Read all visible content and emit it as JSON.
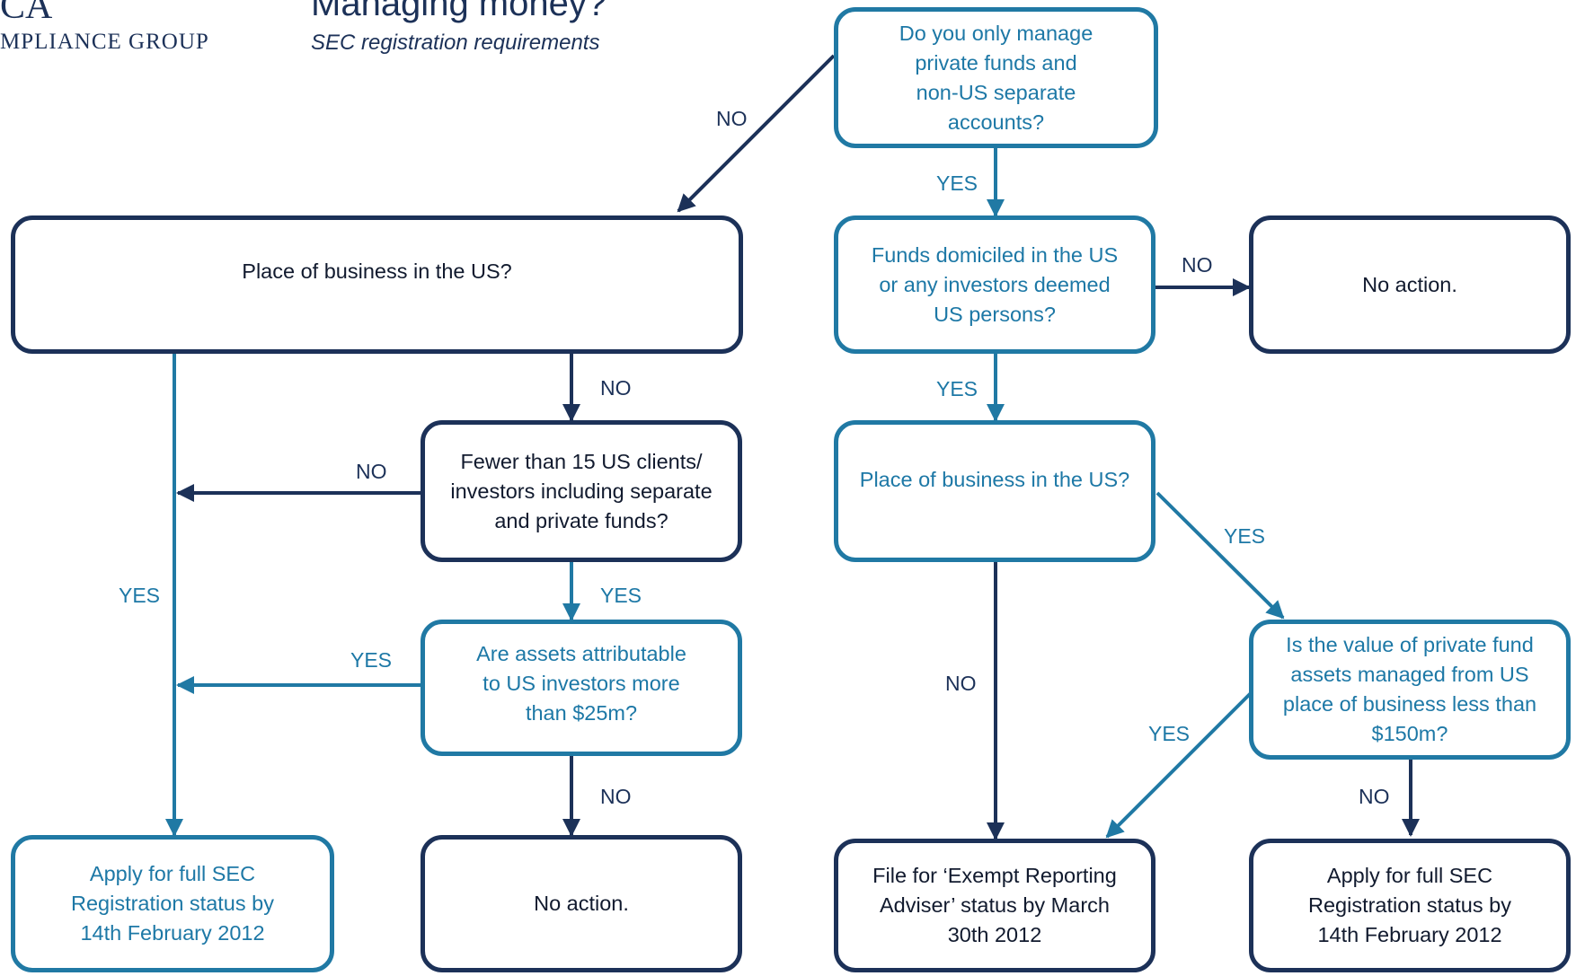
{
  "header": {
    "logo_mark": "CA",
    "logo_text": "MPLIANCE GROUP",
    "title": "Managing money?",
    "subtitle": "SEC registration requirements"
  },
  "colors": {
    "dark": "#1c3158",
    "blue": "#2079a4"
  },
  "nodes": {
    "q_private_funds": "Do you only manage private funds and non-US separate accounts?",
    "q_place_left": "Place of business in the US?",
    "q_funds_domiciled": "Funds domiciled in the US or any investors deemed US persons?",
    "no_action_top": "No action.",
    "q_fewer_15": "Fewer than 15 US clients/ investors including separate and private funds?",
    "q_place_right": "Place of business in the US?",
    "q_assets_25m": "Are assets attributable to US investors more than $25m?",
    "q_value_150m": "Is the value of private fund assets managed from US place of business less than $150m?",
    "apply_left": "Apply for full SEC Registration status by 14th February 2012",
    "no_action_bottom": "No action.",
    "file_exempt": "File for ‘Exempt Reporting Adviser’ status by March 30th 2012",
    "apply_right": "Apply for full SEC Registration status by 14th February 2012"
  },
  "edge_labels": {
    "no_1": "NO",
    "yes_1": "YES",
    "no_2": "NO",
    "yes_2": "YES",
    "no_3": "NO",
    "no_4": "NO",
    "yes_3": "YES",
    "yes_4": "YES",
    "yes_5": "YES",
    "yes_6": "YES",
    "no_5": "NO",
    "yes_7": "YES",
    "no_6": "NO",
    "no_7": "NO"
  }
}
